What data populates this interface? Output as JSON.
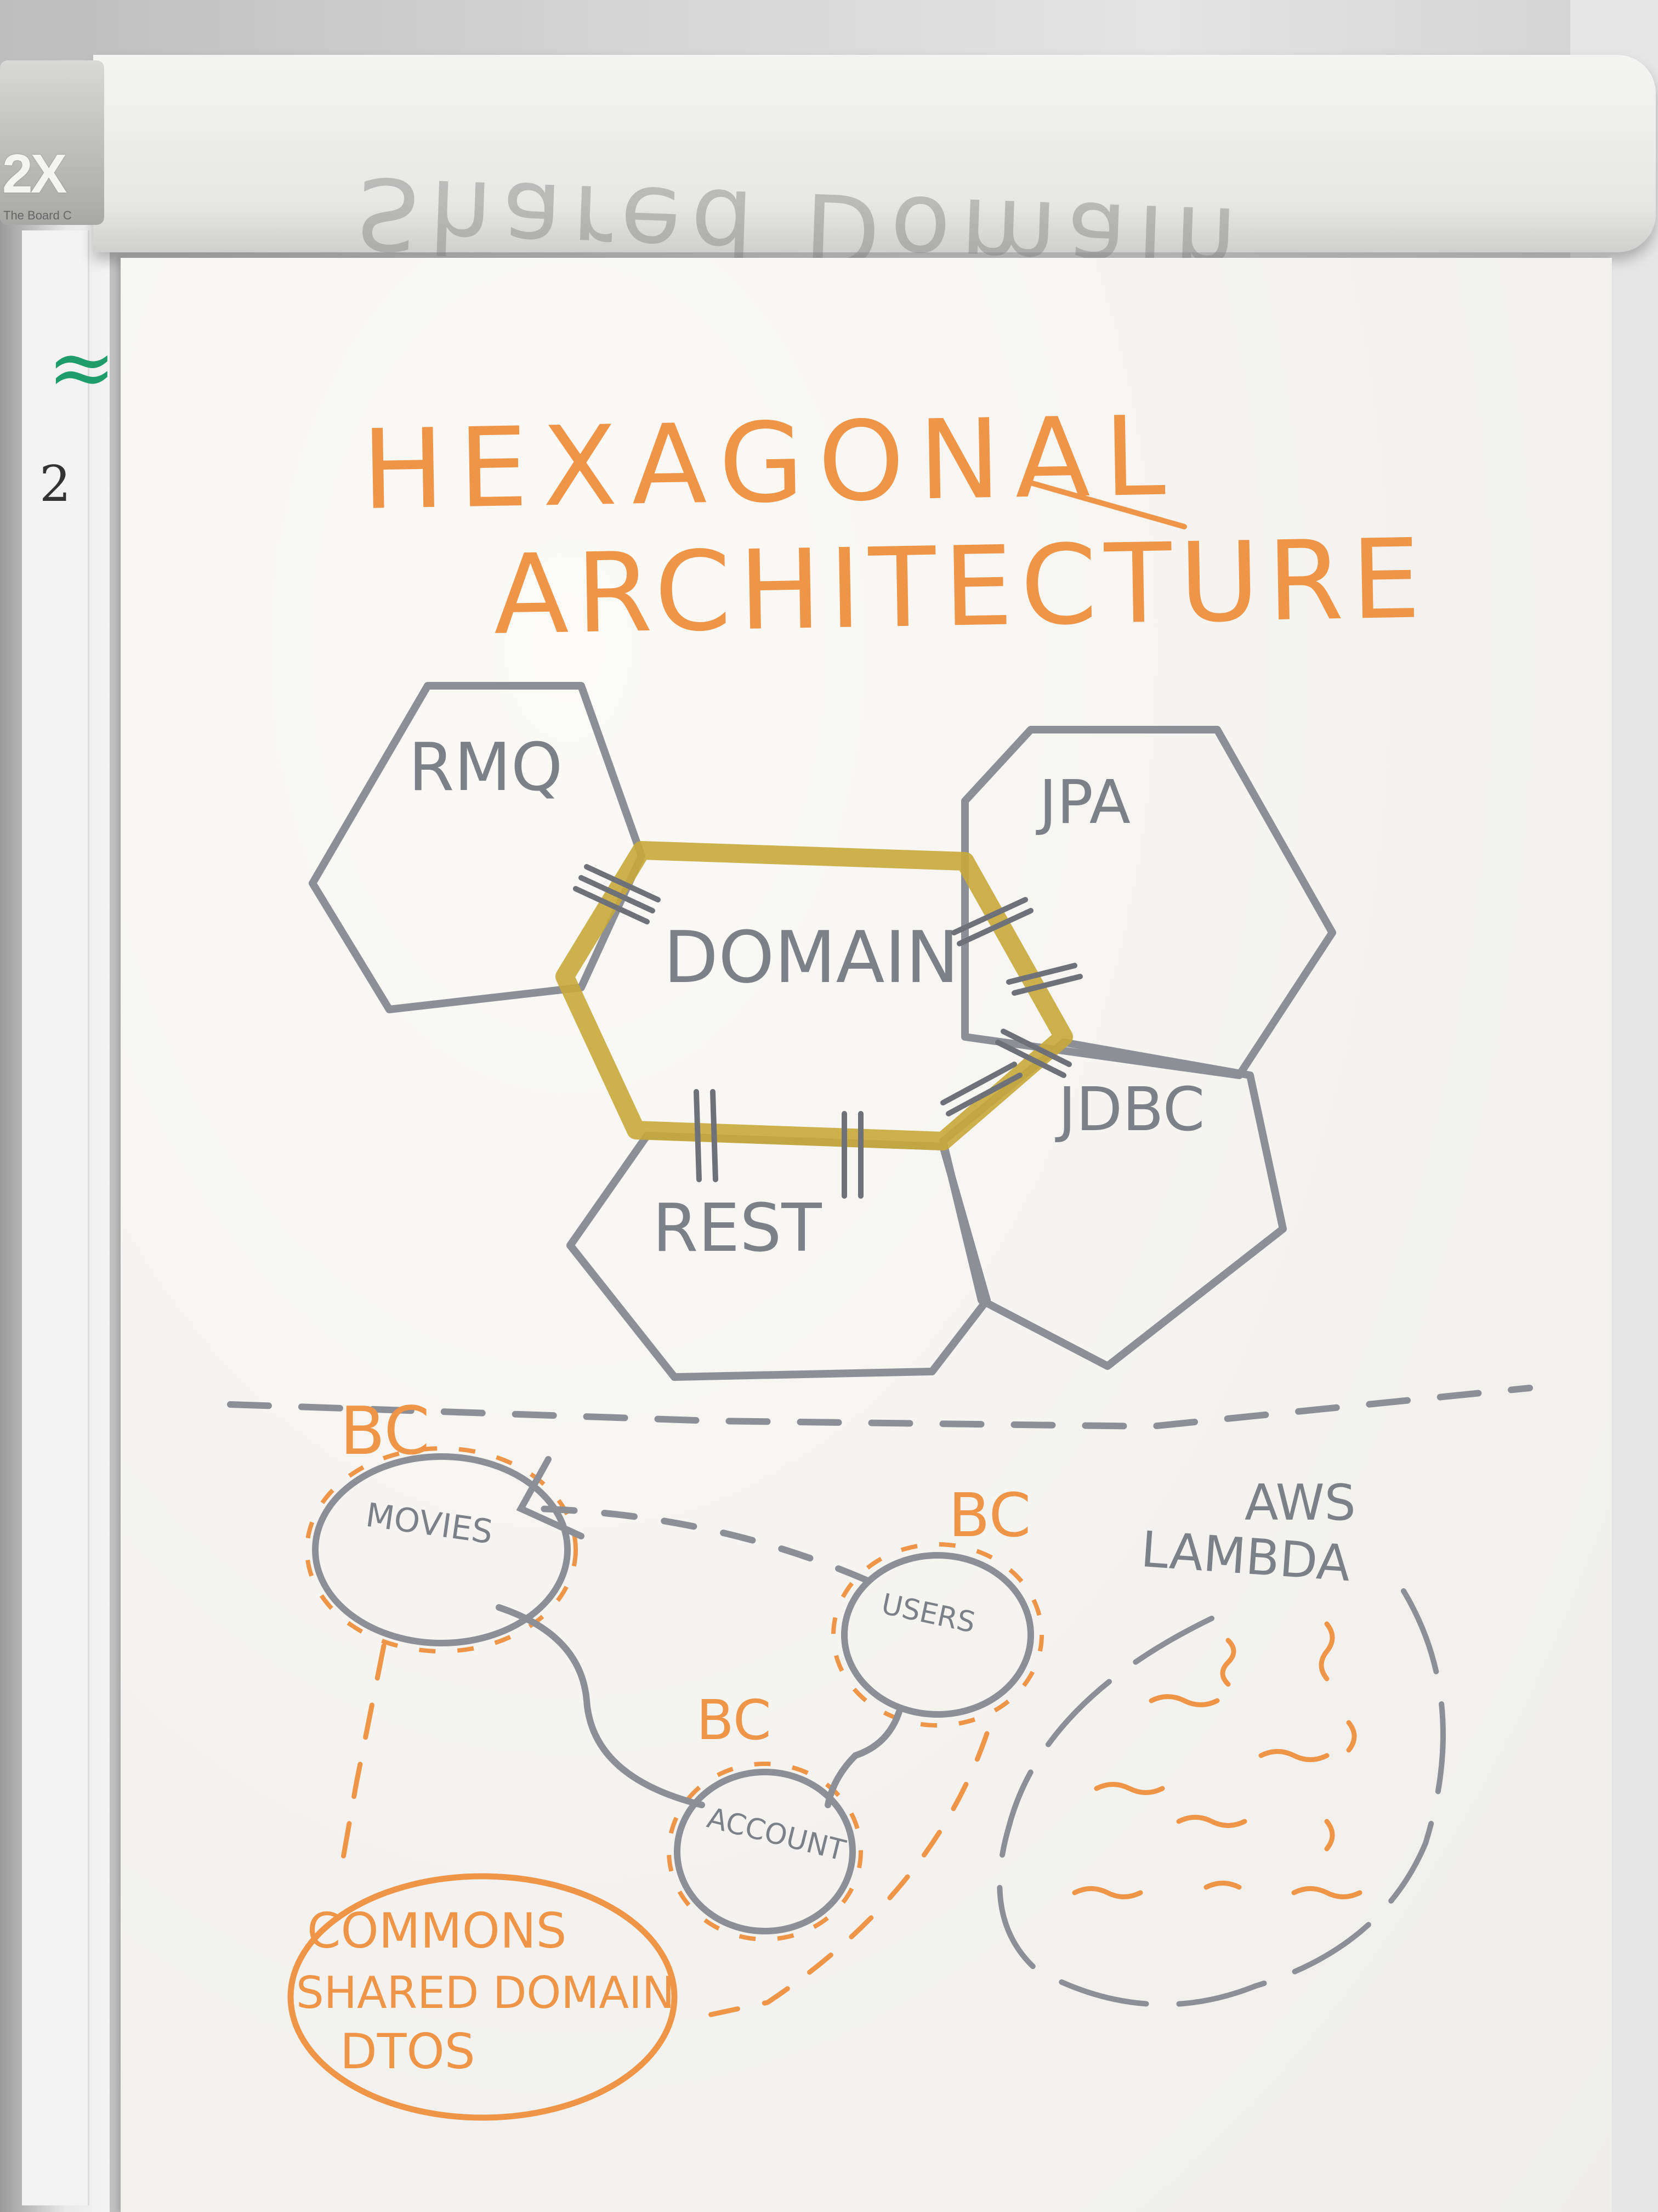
{
  "title": {
    "line1": "HEXAGONAL",
    "line2": "ARCHITECTURE"
  },
  "hexagons": {
    "center": "DOMAIN",
    "top_left": "RMQ",
    "top_right": "JPA",
    "right": "JDBC",
    "bottom": "REST"
  },
  "bottom_section": {
    "bc_labels": [
      "BC",
      "BC",
      "BC"
    ],
    "circles": {
      "left": "MOVIES",
      "right": "USERS",
      "bottom": "ACCOUNT"
    },
    "aws": {
      "line1": "AWS",
      "line2": "LAMBDA"
    },
    "commons": {
      "line1": "COMMONS",
      "line2": "SHARED DOMAIN",
      "line3": "DTOS"
    }
  },
  "roll": {
    "brand": "2X",
    "subtitle": "The Board C",
    "ghost_text": "Shared Domain"
  },
  "marker_note": "2",
  "colors": {
    "orange_ink": "#ee9547",
    "grey_ink": "#8c9096",
    "yellow_tape": "#c8a83a",
    "green_ink": "#1e9c6a",
    "paper": "#f6f5f2"
  }
}
